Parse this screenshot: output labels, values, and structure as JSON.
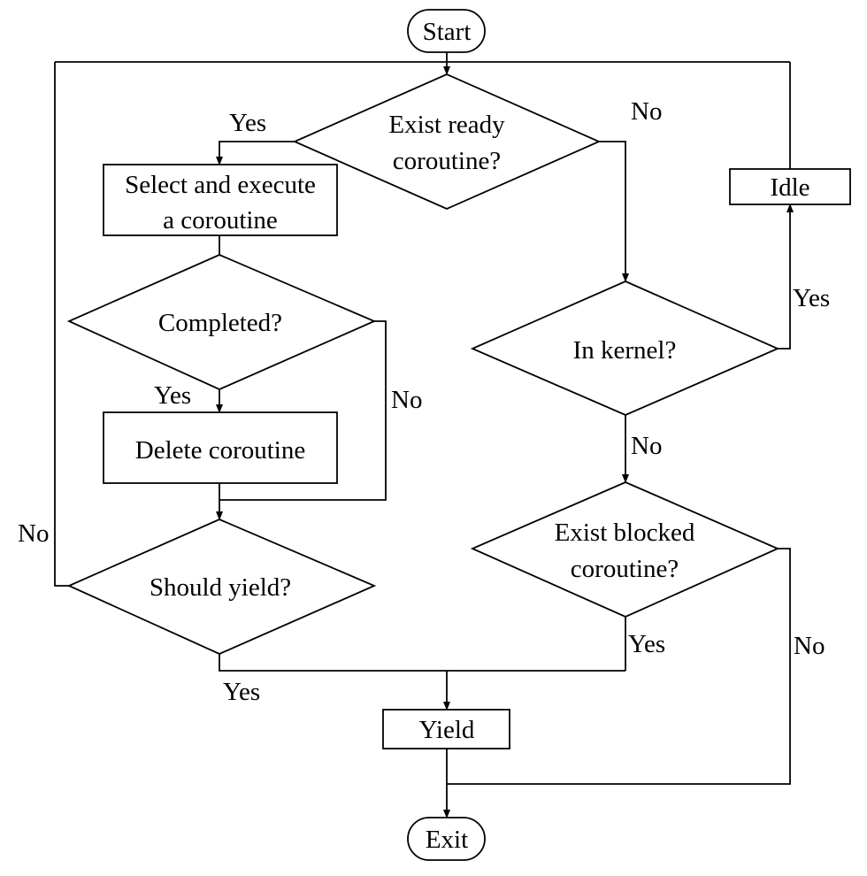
{
  "nodes": {
    "start": "Start",
    "exist_ready_1": "Exist ready",
    "exist_ready_2": "coroutine?",
    "select_1": "Select and execute",
    "select_2": "a coroutine",
    "completed": "Completed?",
    "delete": "Delete coroutine",
    "should_yield": "Should yield?",
    "in_kernel": "In kernel?",
    "idle": "Idle",
    "exist_blocked_1": "Exist blocked",
    "exist_blocked_2": "coroutine?",
    "yield": "Yield",
    "exit": "Exit"
  },
  "edge_labels": {
    "ready_yes": "Yes",
    "ready_no": "No",
    "completed_yes": "Yes",
    "completed_no": "No",
    "should_yield_no": "No",
    "should_yield_yes": "Yes",
    "kernel_yes": "Yes",
    "kernel_no": "No",
    "blocked_yes": "Yes",
    "blocked_no": "No"
  }
}
